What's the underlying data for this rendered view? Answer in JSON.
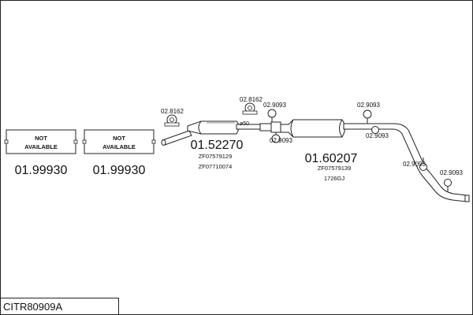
{
  "diagram": {
    "title_code": "CITR80909A",
    "unavailable_parts": [
      {
        "box_text_line1": "NOT",
        "box_text_line2": "AVAILABLE",
        "part_no": "01.99930"
      },
      {
        "box_text_line1": "NOT",
        "box_text_line2": "AVAILABLE",
        "part_no": "01.99930"
      }
    ],
    "front_silencer": {
      "part_no": "01.52270",
      "refs": [
        "ZF07579129",
        "ZF07710074"
      ],
      "size_label": "ø50"
    },
    "rear_silencer": {
      "part_no": "01.60207",
      "refs": [
        "ZF07579139",
        "1726GJ"
      ]
    },
    "fittings": {
      "clamp_left": "02.8162",
      "clamp_mid": "02.8162",
      "hanger_a": "02.9093",
      "hanger_b": "02.9093",
      "hanger_c": "02.9093",
      "hanger_d": "02.9093",
      "hanger_e": "02.9093",
      "hanger_f": "02.9093"
    }
  }
}
